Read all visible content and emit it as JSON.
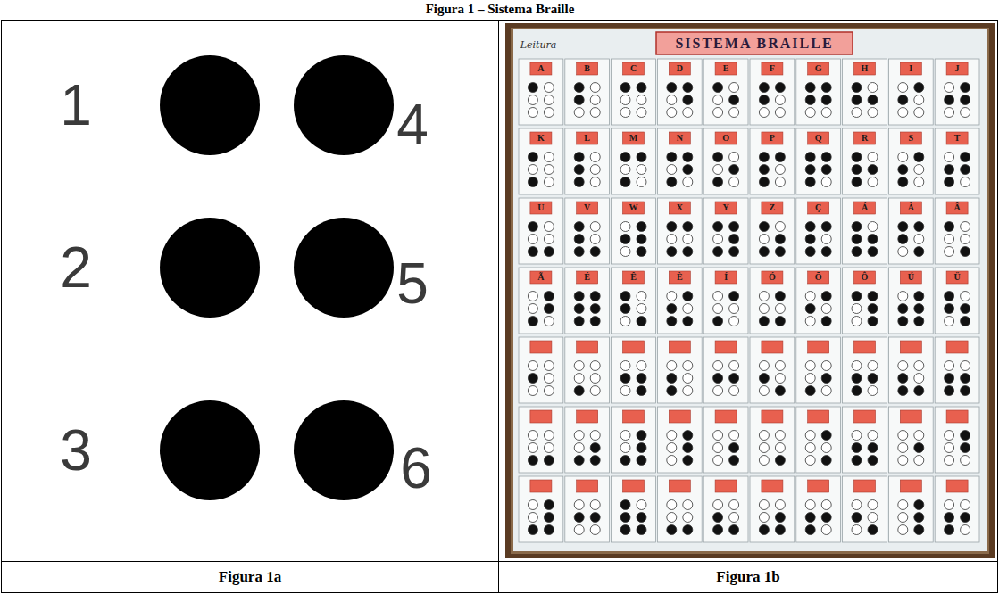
{
  "diagram": {
    "title": "Figura 1 – Sistema Braille",
    "nodes": [
      {
        "text": [
          "Figura 1a"
        ]
      },
      {
        "text": [
          "Figura 1b"
        ]
      }
    ],
    "labels": [
      "1",
      "4",
      "2",
      "5",
      "3",
      "6",
      "SISTEMA BRAILLE",
      "Leitura",
      "A",
      "B",
      "C",
      "D",
      "E",
      "F",
      "G",
      "H",
      "I",
      "J",
      "K",
      "L",
      "M",
      "N",
      "O",
      "P",
      "Q",
      "R",
      "S",
      "T",
      "U",
      "V",
      "W",
      "X",
      "Y",
      "Z",
      "Ç",
      "Á",
      "À",
      "Â",
      "Ã",
      "É",
      "Ê",
      "È",
      "Í",
      "Ó",
      "Õ",
      "Ô",
      "Ú",
      "Ü"
    ]
  }
}
